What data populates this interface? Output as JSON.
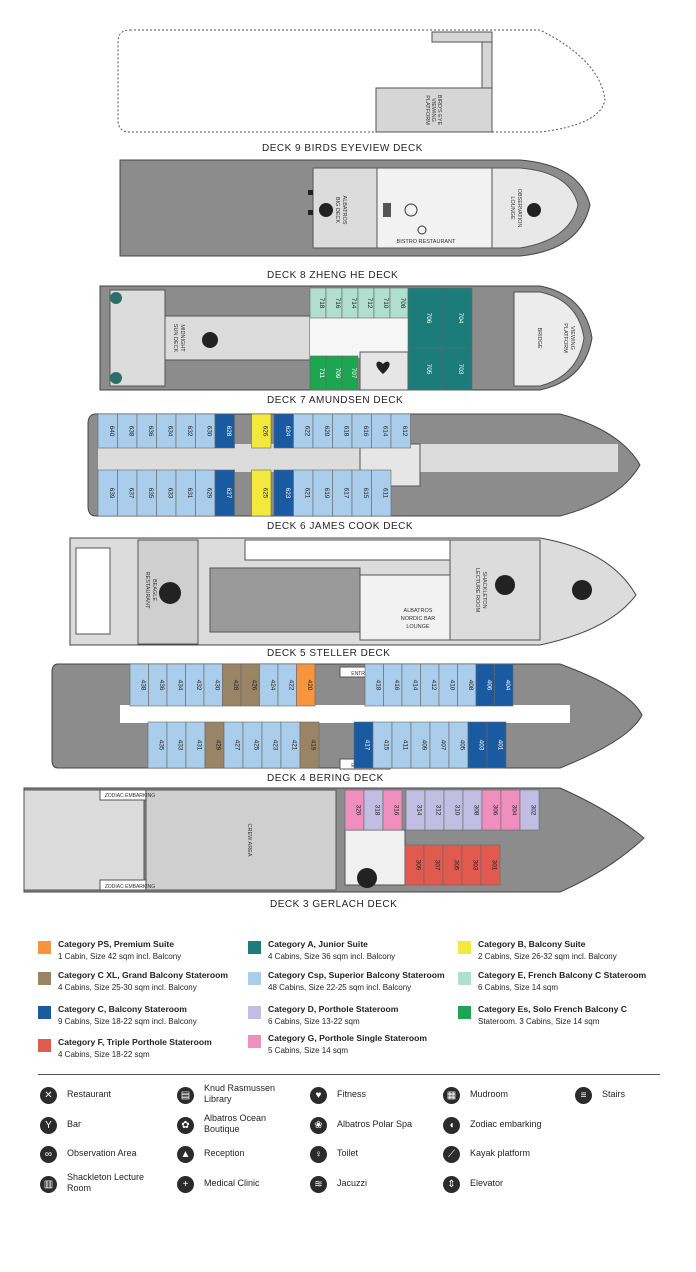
{
  "decks": [
    {
      "label": "DECK 9   BIRDS EYEVIEW DECK"
    },
    {
      "label": "DECK 8   ZHENG HE DECK"
    },
    {
      "label": "DECK 7   AMUNDSEN DECK"
    },
    {
      "label": "DECK 6   JAMES COOK DECK"
    },
    {
      "label": "DECK 5   STELLER DECK"
    },
    {
      "label": "DECK 4   BERING DECK"
    },
    {
      "label": "DECK 3   GERLACH DECK"
    }
  ],
  "map_text": {
    "birds_eye_platform": [
      "BIRD'S EYE",
      "VIEWING",
      "PLATFORM"
    ],
    "albatros_big_deck": [
      "ALBATROS",
      "BIG DECK"
    ],
    "bistro_restaurant": "BISTRO RESTAURANT",
    "observation_lounge": [
      "OBSERVATION",
      "LOUNGE"
    ],
    "midnight_sun_deck": [
      "MIDNIGHT",
      "SUN DECK"
    ],
    "bridge": "BRIDGE",
    "viewing_platform": [
      "VIEWING",
      "PLATFORM"
    ],
    "beagle_restaurant": [
      "BEAGLE",
      "RESTAURANT"
    ],
    "albatros_nordic_bar": [
      "ALBATROS",
      "NORDIC BAR",
      "LOUNGE"
    ],
    "shackleton_room": [
      "SHACKLETON",
      "LECTURE ROOM"
    ],
    "entrance": "ENTRANCE",
    "zodiac_embarking": "ZODIAC EMBARKING",
    "crew_area": "CREW AREA"
  },
  "cabins": {
    "deck7": [
      {
        "n": "718",
        "c": "E"
      },
      {
        "n": "716",
        "c": "E"
      },
      {
        "n": "714",
        "c": "E"
      },
      {
        "n": "712",
        "c": "E"
      },
      {
        "n": "710",
        "c": "E"
      },
      {
        "n": "708",
        "c": "E"
      },
      {
        "n": "706",
        "c": "A"
      },
      {
        "n": "704",
        "c": "A"
      },
      {
        "n": "711",
        "c": "Es"
      },
      {
        "n": "709",
        "c": "Es"
      },
      {
        "n": "707",
        "c": "Es"
      },
      {
        "n": "705",
        "c": "A"
      },
      {
        "n": "703",
        "c": "A"
      }
    ],
    "deck6_top": [
      {
        "n": "640",
        "c": "Csp"
      },
      {
        "n": "638",
        "c": "Csp"
      },
      {
        "n": "636",
        "c": "Csp"
      },
      {
        "n": "634",
        "c": "Csp"
      },
      {
        "n": "632",
        "c": "Csp"
      },
      {
        "n": "630",
        "c": "Csp"
      },
      {
        "n": "628",
        "c": "C"
      },
      {
        "n": "626",
        "c": "B"
      },
      {
        "n": "624",
        "c": "C"
      },
      {
        "n": "622",
        "c": "Csp"
      },
      {
        "n": "620",
        "c": "Csp"
      },
      {
        "n": "618",
        "c": "Csp"
      },
      {
        "n": "616",
        "c": "Csp"
      },
      {
        "n": "614",
        "c": "Csp"
      },
      {
        "n": "612",
        "c": "Csp"
      }
    ],
    "deck6_bottom": [
      {
        "n": "639",
        "c": "Csp"
      },
      {
        "n": "637",
        "c": "Csp"
      },
      {
        "n": "635",
        "c": "Csp"
      },
      {
        "n": "633",
        "c": "Csp"
      },
      {
        "n": "631",
        "c": "Csp"
      },
      {
        "n": "629",
        "c": "Csp"
      },
      {
        "n": "627",
        "c": "C"
      },
      {
        "n": "625",
        "c": "B"
      },
      {
        "n": "623",
        "c": "C"
      },
      {
        "n": "621",
        "c": "Csp"
      },
      {
        "n": "619",
        "c": "Csp"
      },
      {
        "n": "617",
        "c": "Csp"
      },
      {
        "n": "615",
        "c": "Csp"
      },
      {
        "n": "611",
        "c": "Csp"
      }
    ],
    "deck4_top": [
      {
        "n": "438",
        "c": "Csp"
      },
      {
        "n": "436",
        "c": "Csp"
      },
      {
        "n": "434",
        "c": "Csp"
      },
      {
        "n": "432",
        "c": "Csp"
      },
      {
        "n": "430",
        "c": "Csp"
      },
      {
        "n": "428",
        "c": "CXL"
      },
      {
        "n": "426",
        "c": "CXL"
      },
      {
        "n": "424",
        "c": "Csp"
      },
      {
        "n": "422",
        "c": "Csp"
      },
      {
        "n": "420",
        "c": "PS"
      },
      {
        "n": "418",
        "c": "Csp"
      },
      {
        "n": "416",
        "c": "Csp"
      },
      {
        "n": "414",
        "c": "Csp"
      },
      {
        "n": "412",
        "c": "Csp"
      },
      {
        "n": "410",
        "c": "Csp"
      },
      {
        "n": "408",
        "c": "Csp"
      },
      {
        "n": "406",
        "c": "C"
      },
      {
        "n": "404",
        "c": "C"
      }
    ],
    "deck4_bottom": [
      {
        "n": "435",
        "c": "Csp"
      },
      {
        "n": "433",
        "c": "Csp"
      },
      {
        "n": "431",
        "c": "Csp"
      },
      {
        "n": "429",
        "c": "CXL"
      },
      {
        "n": "427",
        "c": "Csp"
      },
      {
        "n": "425",
        "c": "Csp"
      },
      {
        "n": "423",
        "c": "Csp"
      },
      {
        "n": "421",
        "c": "Csp"
      },
      {
        "n": "419",
        "c": "CXL"
      },
      {
        "n": "417",
        "c": "C"
      },
      {
        "n": "415",
        "c": "Csp"
      },
      {
        "n": "411",
        "c": "Csp"
      },
      {
        "n": "409",
        "c": "Csp"
      },
      {
        "n": "407",
        "c": "Csp"
      },
      {
        "n": "405",
        "c": "Csp"
      },
      {
        "n": "403",
        "c": "C"
      },
      {
        "n": "401",
        "c": "C"
      }
    ],
    "deck3_top": [
      {
        "n": "320",
        "c": "G"
      },
      {
        "n": "318",
        "c": "D"
      },
      {
        "n": "316",
        "c": "G"
      },
      {
        "n": "314",
        "c": "D"
      },
      {
        "n": "312",
        "c": "D"
      },
      {
        "n": "310",
        "c": "D"
      },
      {
        "n": "308",
        "c": "D"
      },
      {
        "n": "306",
        "c": "G"
      },
      {
        "n": "304",
        "c": "G"
      },
      {
        "n": "302",
        "c": "D"
      }
    ],
    "deck3_bottom": [
      {
        "n": "309",
        "c": "F"
      },
      {
        "n": "307",
        "c": "F"
      },
      {
        "n": "305",
        "c": "F"
      },
      {
        "n": "303",
        "c": "F"
      },
      {
        "n": "301",
        "c": "F"
      }
    ]
  },
  "categories": [
    {
      "code": "PS",
      "color": "#f7943d",
      "title": "Category PS, Premium Suite",
      "desc": "1 Cabin, Size 42 sqm incl. Balcony"
    },
    {
      "code": "A",
      "color": "#1b7c7a",
      "title": "Category A, Junior Suite",
      "desc": "4 Cabins, Size 36 sqm incl. Balcony"
    },
    {
      "code": "B",
      "color": "#f2e93c",
      "title": "Category B, Balcony Suite",
      "desc": "2 Cabins, Size 26-32 sqm incl. Balcony"
    },
    {
      "code": "CXL",
      "color": "#9a8466",
      "title": "Category C XL, Grand Balcony Stateroom",
      "desc": "4 Cabins, Size 25-30 sqm incl. Balcony"
    },
    {
      "code": "Csp",
      "color": "#a9cdea",
      "title": "Category Csp, Superior Balcony Stateroom",
      "desc": "48 Cabins, Size 22-25 sqm incl. Balcony"
    },
    {
      "code": "E",
      "color": "#b1dfcf",
      "title": "Category E, French Balcony C Stateroom",
      "desc": "6 Cabins, Size 14 sqm"
    },
    {
      "code": "C",
      "color": "#1a5aa0",
      "title": "Category C, Balcony Stateroom",
      "desc": "9 Cabins, Size 18-22 sqm incl. Balcony"
    },
    {
      "code": "D",
      "color": "#c2bde3",
      "title": "Category D, Porthole Stateroom",
      "desc": "6 Cabins, Size 13-22 sqm"
    },
    {
      "code": "Es",
      "color": "#1ea552",
      "title": "Category Es, Solo French Balcony C",
      "desc": "Stateroom. 3 Cabins, Size 14 sqm"
    },
    {
      "code": "F",
      "color": "#e05a4f",
      "title": "Category F, Triple Porthole Stateroom",
      "desc": "4 Cabins, Size 18-22 sqm"
    },
    {
      "code": "G",
      "color": "#ee8fbd",
      "title": "Category G, Porthole Single Stateroom",
      "desc": "5 Cabins, Size 14 sqm"
    }
  ],
  "icon_legend": [
    {
      "icon": "restaurant-icon",
      "glyph": "✕",
      "label": "Restaurant"
    },
    {
      "icon": "library-icon",
      "glyph": "▤",
      "label": "Knud Rasmussen Library"
    },
    {
      "icon": "fitness-icon",
      "glyph": "♥",
      "label": "Fitness"
    },
    {
      "icon": "mudroom-icon",
      "glyph": "▦",
      "label": "Mudroom"
    },
    {
      "icon": "stairs-icon",
      "glyph": "≡",
      "label": "Stairs"
    },
    {
      "icon": "bar-icon",
      "glyph": "Y",
      "label": "Bar"
    },
    {
      "icon": "boutique-icon",
      "glyph": "✿",
      "label": "Albatros Ocean Boutique"
    },
    {
      "icon": "spa-icon",
      "glyph": "❀",
      "label": "Albatros Polar Spa"
    },
    {
      "icon": "zodiac-icon",
      "glyph": "◖",
      "label": "Zodiac embarking"
    },
    {
      "icon": "observation-icon",
      "glyph": "∞",
      "label": "Observation Area"
    },
    {
      "icon": "reception-icon",
      "glyph": "▲",
      "label": "Reception"
    },
    {
      "icon": "toilet-icon",
      "glyph": "♀",
      "label": "Toilet"
    },
    {
      "icon": "kayak-icon",
      "glyph": "⟋",
      "label": "Kayak platform"
    },
    {
      "icon": "lecture-icon",
      "glyph": "▥",
      "label": "Shackleton Lecture Room"
    },
    {
      "icon": "clinic-icon",
      "glyph": "+",
      "label": "Medical Clinic"
    },
    {
      "icon": "jacuzzi-icon",
      "glyph": "≋",
      "label": "Jacuzzi"
    },
    {
      "icon": "elevator-icon",
      "glyph": "⇕",
      "label": "Elevator"
    }
  ]
}
